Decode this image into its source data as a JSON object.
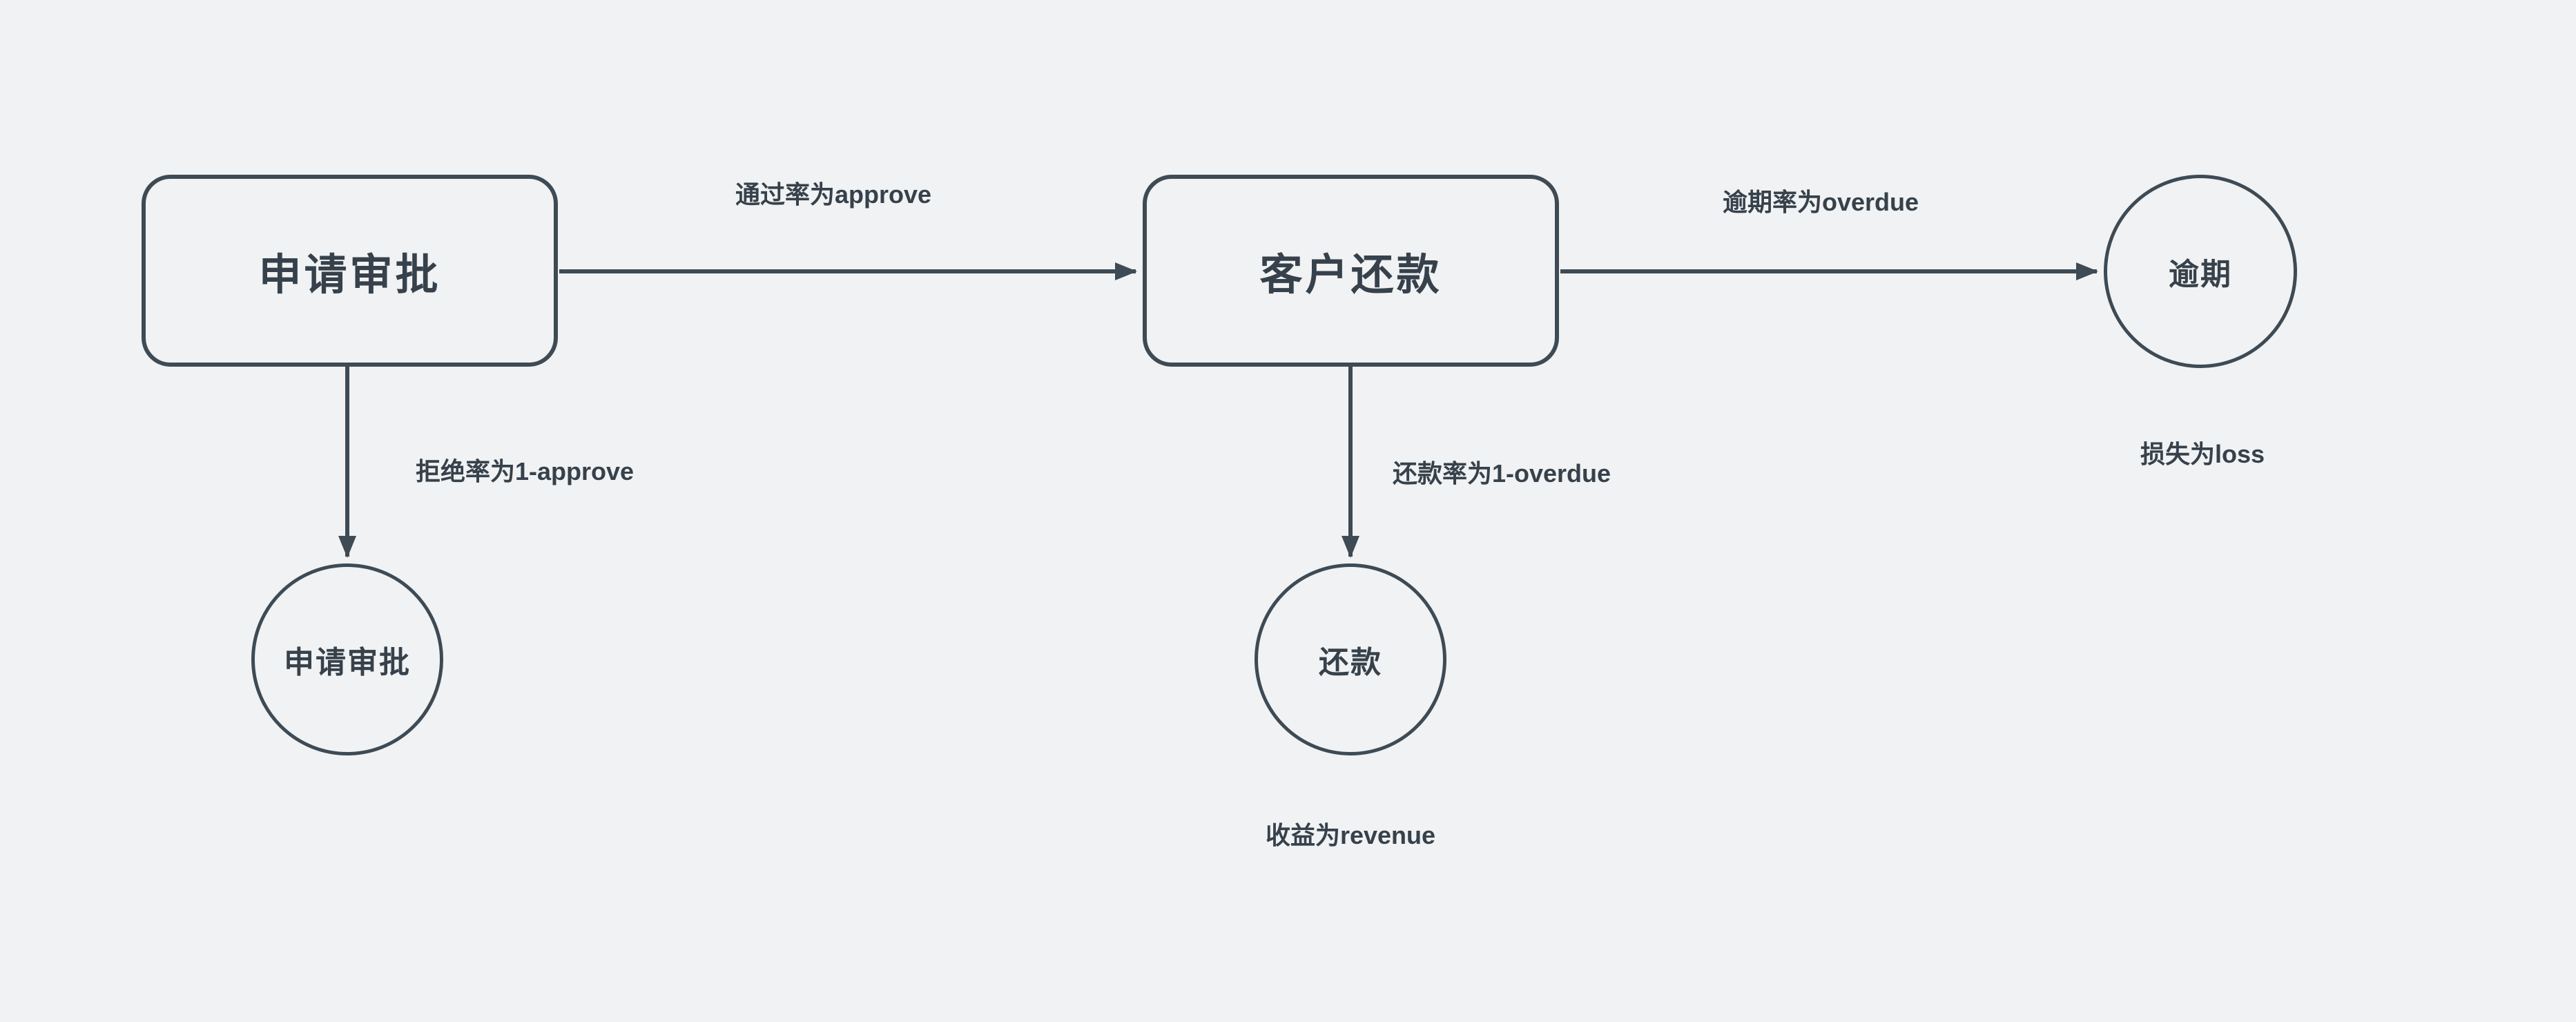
{
  "diagram": {
    "background_color": "#f0f2f3",
    "stroke_color": "#3e4a54",
    "text_color": "#36414b",
    "nodes": [
      {
        "id": "approval-process",
        "shape": "rounded-rect",
        "label": "申请审批"
      },
      {
        "id": "repayment-process",
        "shape": "rounded-rect",
        "label": "客户还款"
      },
      {
        "id": "approval-rejected-state",
        "shape": "circle",
        "label": "申请审批"
      },
      {
        "id": "repaid-state",
        "shape": "circle",
        "label": "还款"
      },
      {
        "id": "overdue-state",
        "shape": "circle",
        "label": "逾期"
      }
    ],
    "edges": [
      {
        "id": "approve-edge",
        "from": "approval-process",
        "to": "repayment-process",
        "label": "通过率为approve"
      },
      {
        "id": "overdue-edge",
        "from": "repayment-process",
        "to": "overdue-state",
        "label": "逾期率为overdue"
      },
      {
        "id": "reject-edge",
        "from": "approval-process",
        "to": "approval-rejected-state",
        "label": "拒绝率为1-approve"
      },
      {
        "id": "repay-edge",
        "from": "repayment-process",
        "to": "repaid-state",
        "label": "还款率为1-overdue"
      }
    ],
    "annotations": [
      {
        "id": "loss-note",
        "label": "损失为loss"
      },
      {
        "id": "revenue-note",
        "label": "收益为revenue"
      }
    ]
  }
}
